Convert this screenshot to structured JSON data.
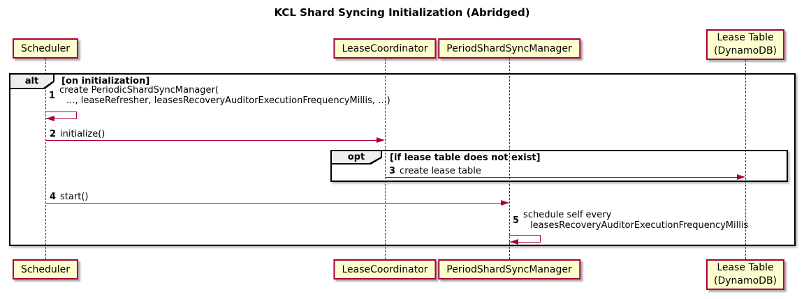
{
  "title": "KCL Shard Syncing Initialization (Abridged)",
  "participants": {
    "scheduler": {
      "label": "Scheduler"
    },
    "lease_coordinator": {
      "label": "LeaseCoordinator"
    },
    "period_shard_sync_manager": {
      "label": "PeriodShardSyncManager"
    },
    "lease_table": {
      "line1": "Lease Table",
      "line2": "(DynamoDB)"
    }
  },
  "frames": {
    "alt": {
      "label": "alt",
      "condition": "[on initialization]"
    },
    "opt": {
      "label": "opt",
      "condition": "[if lease table does not exist]"
    }
  },
  "messages": {
    "m1": {
      "num": "1",
      "line1": "create PeriodicShardSyncManager(",
      "line2": "..., leaseRefresher, leasesRecoveryAuditorExecutionFrequencyMillis, ...)"
    },
    "m2": {
      "num": "2",
      "text": "initialize()"
    },
    "m3": {
      "num": "3",
      "text": "create lease table"
    },
    "m4": {
      "num": "4",
      "text": "start()"
    },
    "m5": {
      "num": "5",
      "line1": "schedule self every",
      "line2": "leasesRecoveryAuditorExecutionFrequencyMillis"
    }
  },
  "colors": {
    "participant_fill": "#FEFECE",
    "participant_border": "#A80036",
    "lifeline": "#A80036",
    "arrow": "#A80036",
    "frame_border": "#000000",
    "frame_label_fill": "#EEEEEE",
    "background": "#FFFFFF"
  }
}
